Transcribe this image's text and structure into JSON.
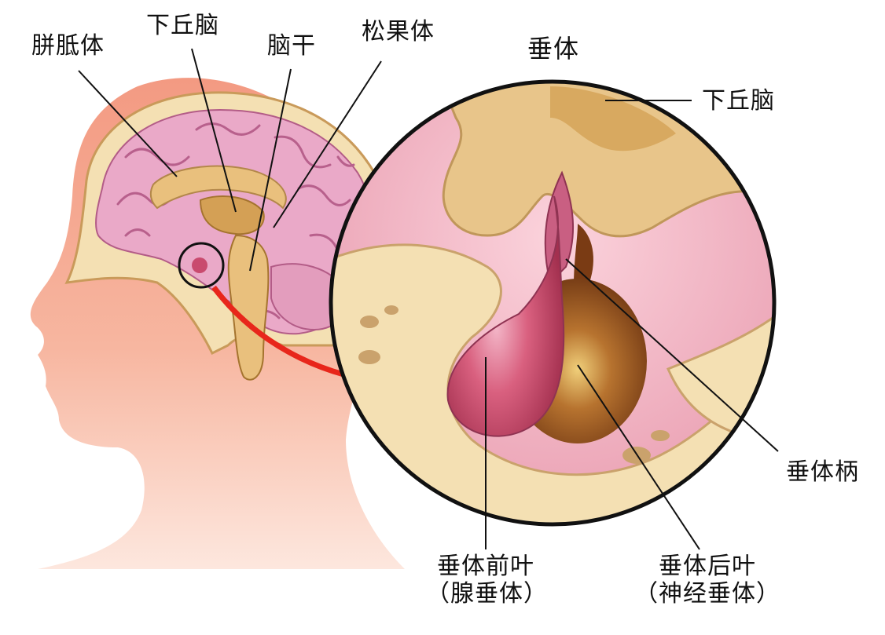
{
  "title": "垂体",
  "labels": {
    "pineal_gland_left": "胼胝体",
    "hypothalamus_left": "下丘脑",
    "brainstem": "脑干",
    "pineal_body": "松果体",
    "hypothalamus_right": "下丘脑",
    "pituitary_stalk": "垂体柄",
    "anterior_lobe": "垂体前叶",
    "anterior_lobe_alt": "（腺垂体）",
    "posterior_lobe": "垂体后叶",
    "posterior_lobe_alt": "（神经垂体）"
  },
  "colors": {
    "skin": "#f4b09a",
    "skin_light": "#fbd9cb",
    "brain": "#e8a2c4",
    "brain_fold": "#c56b95",
    "bone": "#f4e0b3",
    "bone_dark": "#d9b47a",
    "anterior": "#c94a6e",
    "posterior": "#8b4a1e",
    "arrow": "#e8261b",
    "line": "#111111"
  }
}
